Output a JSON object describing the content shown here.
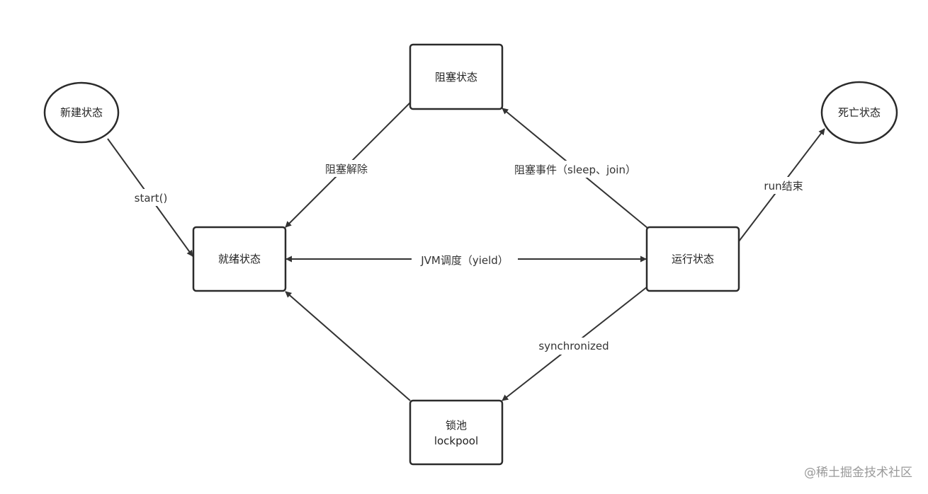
{
  "nodes": {
    "new_state": "新建状态",
    "blocked_state": "阻塞状态",
    "dead_state": "死亡状态",
    "ready_state": "就绪状态",
    "running_state": "运行状态",
    "lock_pool_line1": "锁池",
    "lock_pool_line2": "lockpool"
  },
  "edges": {
    "start": "start()",
    "unblock": "阻塞解除",
    "block_event": "阻塞事件（sleep、join）",
    "run_end": "run结束",
    "jvm_schedule": "JVM调度（yield）",
    "synchronized": "synchronized"
  },
  "watermark": "@稀土掘金技术社区"
}
